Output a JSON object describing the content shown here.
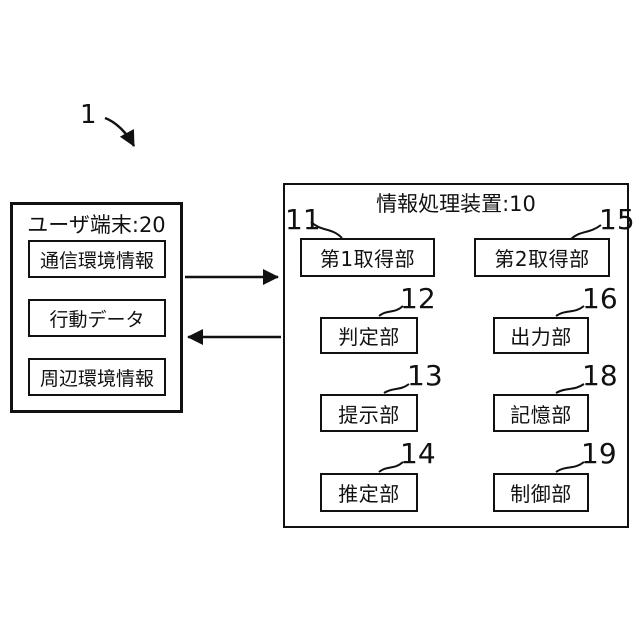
{
  "figure": {
    "number": "1"
  },
  "user_terminal": {
    "title": "ユーザ端末:20",
    "items": [
      "通信環境情報",
      "行動データ",
      "周辺環境情報"
    ]
  },
  "processor": {
    "title": "情報処理装置:10",
    "units": [
      {
        "ref": "11",
        "label": "第1取得部"
      },
      {
        "ref": "15",
        "label": "第2取得部"
      },
      {
        "ref": "12",
        "label": "判定部"
      },
      {
        "ref": "16",
        "label": "出力部"
      },
      {
        "ref": "13",
        "label": "提示部"
      },
      {
        "ref": "18",
        "label": "記憶部"
      },
      {
        "ref": "14",
        "label": "推定部"
      },
      {
        "ref": "19",
        "label": "制御部"
      }
    ]
  },
  "connections": [
    {
      "from": "ユーザ端末:20",
      "to": "情報処理装置:10",
      "direction": "right"
    },
    {
      "from": "情報処理装置:10",
      "to": "ユーザ端末:20",
      "direction": "left"
    }
  ]
}
